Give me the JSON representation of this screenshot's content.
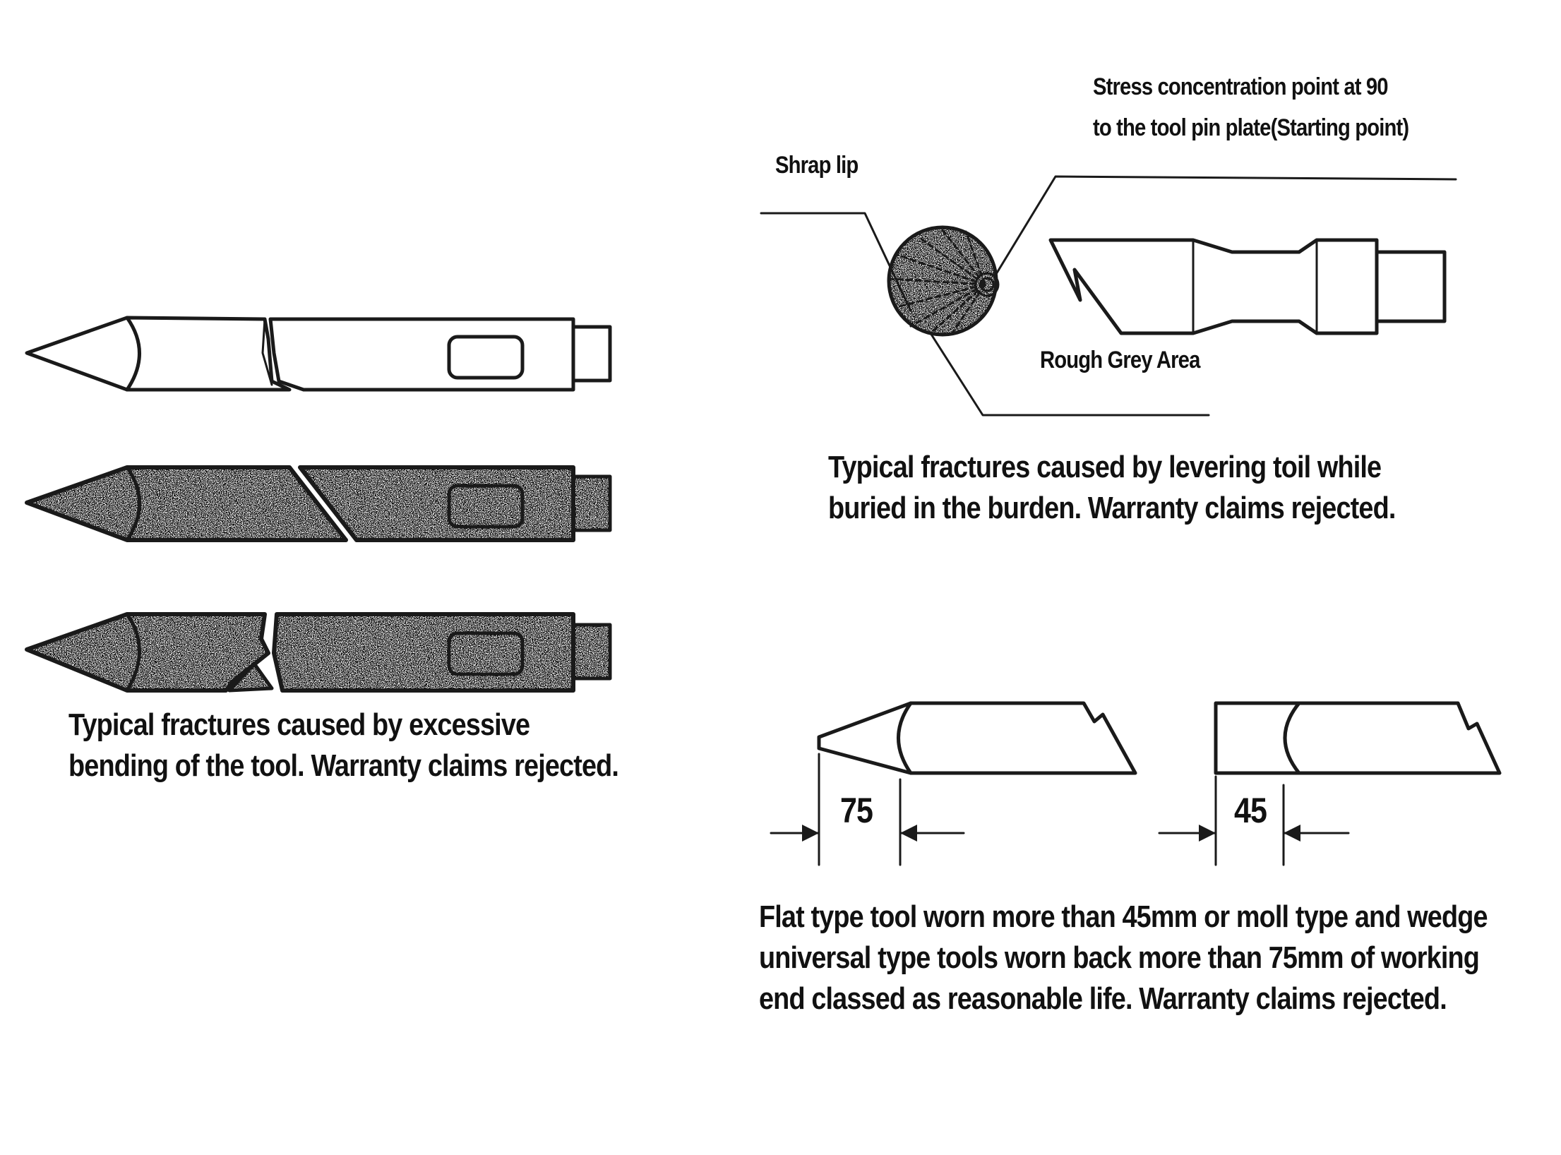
{
  "bending_section": {
    "caption_line1": "Typical fractures caused by excessive",
    "caption_line2": "bending of the tool. Warranty claims rejected."
  },
  "levering_section": {
    "label_stress_line1": "Stress concentration point at 90",
    "label_stress_line2": "to the tool pin plate(Starting point)",
    "label_sharp_lip": "Shrap lip",
    "label_rough_grey": "Rough Grey Area",
    "caption_line1": "Typical fractures caused by levering toil while",
    "caption_line2": "buried in the burden. Warranty claims rejected."
  },
  "wear_section": {
    "dim_moil": "75",
    "dim_flat": "45",
    "caption_line1": "Flat type tool worn more than 45mm or moll type and wedge",
    "caption_line2": "universal type tools worn back more than 75mm of working",
    "caption_line3": "end classed as reasonable life. Warranty claims rejected."
  }
}
